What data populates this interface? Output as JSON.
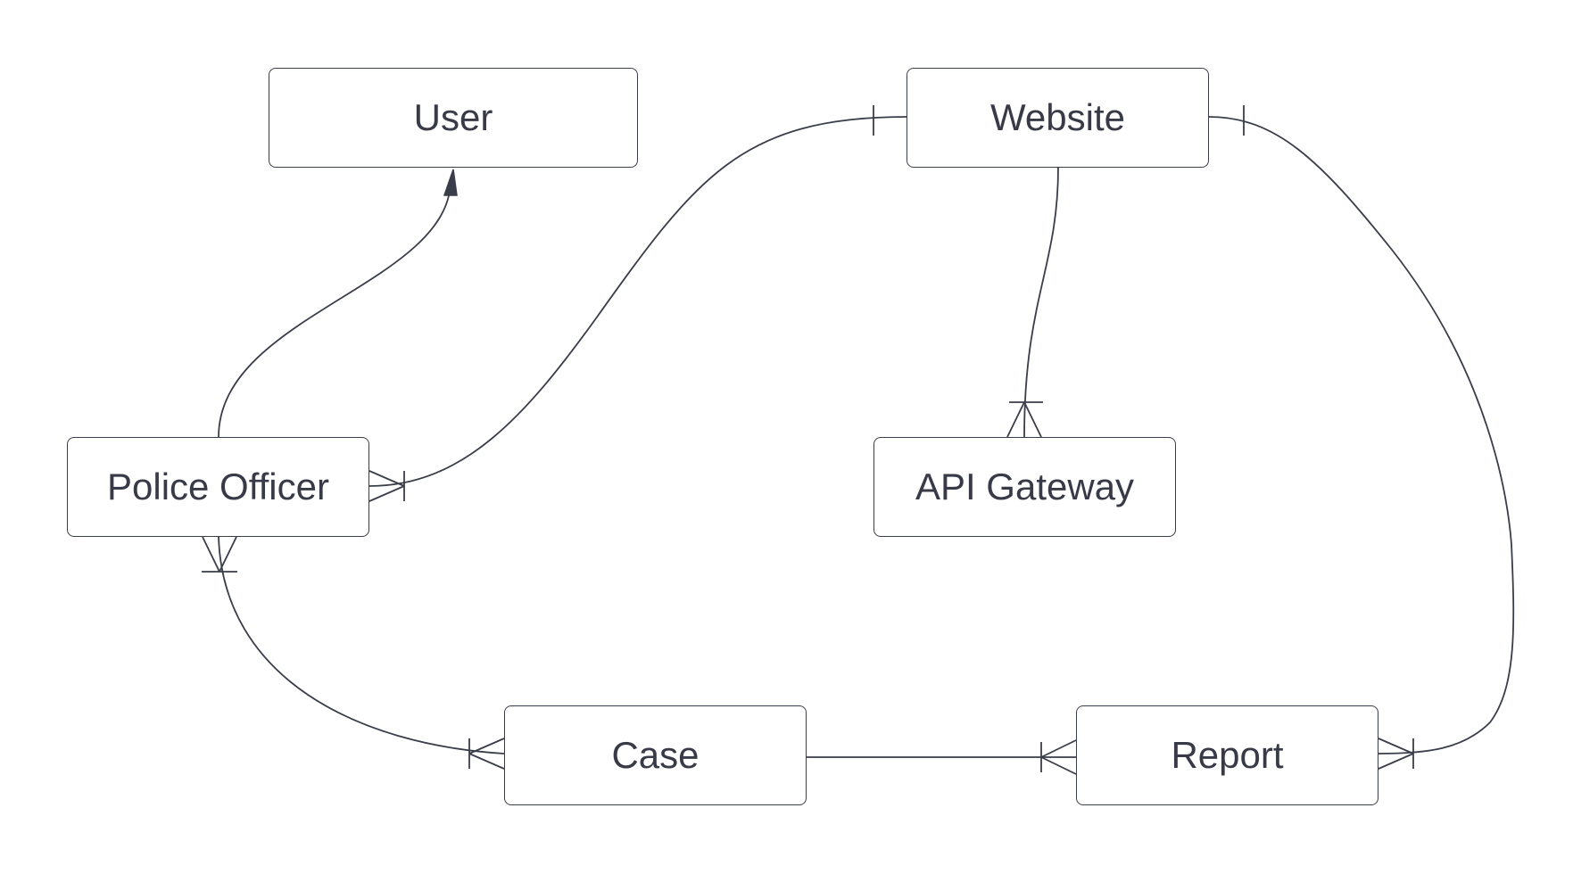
{
  "entities": {
    "user": "User",
    "website": "Website",
    "police_officer": "Police Officer",
    "api_gateway": "API Gateway",
    "case": "Case",
    "report": "Report"
  },
  "relationships": [
    {
      "from": "Police Officer",
      "to": "User",
      "from_end": "none",
      "to_end": "arrow"
    },
    {
      "from": "Website",
      "to": "Police Officer",
      "from_end": "one",
      "to_end": "one-or-many"
    },
    {
      "from": "Website",
      "to": "API Gateway",
      "from_end": "none",
      "to_end": "one-or-many"
    },
    {
      "from": "Website",
      "to": "Report",
      "from_end": "one",
      "to_end": "one-or-many"
    },
    {
      "from": "Police Officer",
      "to": "Case",
      "from_end": "one-or-many",
      "to_end": "one-or-many"
    },
    {
      "from": "Case",
      "to": "Report",
      "from_end": "none",
      "to_end": "one-or-many"
    }
  ],
  "colors": {
    "stroke": "#3a3d4a",
    "text": "#383b47",
    "background": "#ffffff"
  }
}
